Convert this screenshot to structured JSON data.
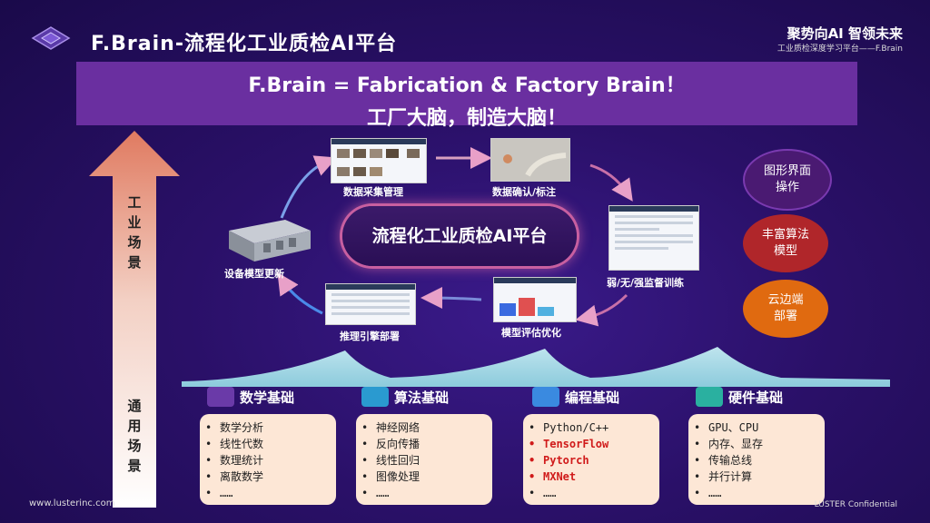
{
  "header": {
    "title": "F.Brain-流程化工业质检AI平台",
    "slogan": "聚势向AI 智领未来",
    "subtitle": "工业质检深度学习平台——F.Brain"
  },
  "banner": {
    "line1": "F.Brain = Fabrication & Factory Brain！",
    "line2": "工厂大脑，制造大脑！"
  },
  "scene_arrow": {
    "top_label": "工\n业\n场\n景",
    "bottom_label": "通\n用\n场\n景"
  },
  "cycle": {
    "center": "流程化工业质检AI平台",
    "steps": [
      "数据采集管理",
      "数据确认/标注",
      "弱/无/强监督训练",
      "模型评估优化",
      "推理引擎部署",
      "设备模型更新"
    ]
  },
  "features": [
    "图形界面\n操作",
    "丰富算法\n模型",
    "云边端\n部署"
  ],
  "foundations": [
    {
      "title": "数学基础",
      "items": [
        "数学分析",
        "线性代数",
        "数理统计",
        "离散数学",
        "……"
      ]
    },
    {
      "title": "算法基础",
      "items": [
        "神经网络",
        "反向传播",
        "线性回归",
        "图像处理",
        "……"
      ]
    },
    {
      "title": "编程基础",
      "items": [
        "Python/C++",
        "TensorFlow",
        "Pytorch",
        "MXNet",
        "……"
      ]
    },
    {
      "title": "硬件基础",
      "items": [
        "GPU、CPU",
        "内存、显存",
        "传输总线",
        "并行计算",
        "……"
      ]
    }
  ],
  "footer": {
    "website": "www.lusterinc.com",
    "confidential": "LUSTER Confidential"
  },
  "colors": {
    "background": "#2a1068",
    "banner": "#6a2fa0",
    "arrow": "#e07a60",
    "algorithm_circle": "#b0262a",
    "deploy_circle": "#e06a10",
    "highlight_text": "#d01a1a"
  }
}
